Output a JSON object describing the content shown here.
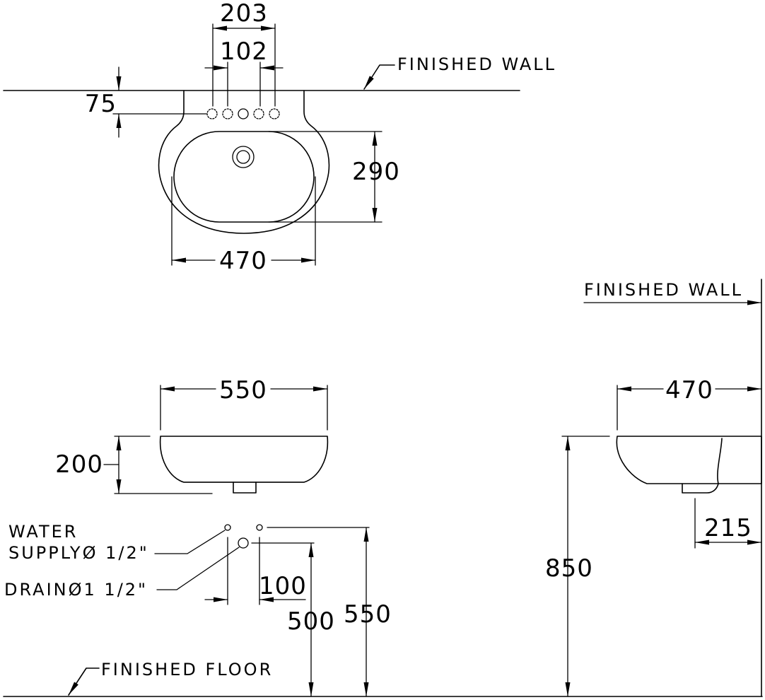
{
  "labels": {
    "finished_wall_top": "FINISHED WALL",
    "finished_wall_side": "FINISHED WALL",
    "finished_floor": "FINISHED FLOOR",
    "water_supply_line1": "WATER",
    "water_supply_line2": "SUPPLYØ 1/2\"",
    "drain": "DRAINØ1  1/2\""
  },
  "dimensions": {
    "plan_tap_span": "203",
    "plan_hole_spacing": "102",
    "plan_wall_offset": "75",
    "plan_bowl_depth": "290",
    "plan_bowl_width": "470",
    "front_width": "550",
    "front_height": "200",
    "front_drain_offset": "100",
    "front_drain_height": "500",
    "front_supply_height": "550",
    "side_depth": "470",
    "side_rim_height": "850",
    "side_drain_projection": "215"
  }
}
